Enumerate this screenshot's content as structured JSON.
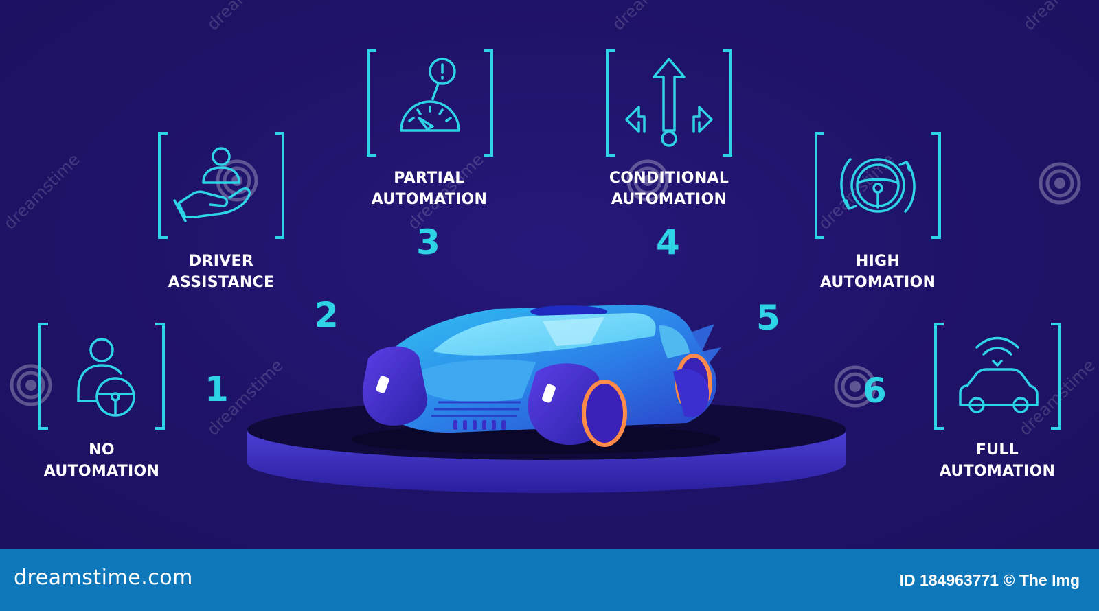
{
  "colors": {
    "background": "#1e1266",
    "accent_cyan": "#2fd3e6",
    "label_white": "#ffffff",
    "footer_blue": "#0f78bb"
  },
  "levels": [
    {
      "number": "1",
      "line1": "NO",
      "line2": "AUTOMATION",
      "icon": "person-steering-wheel-icon"
    },
    {
      "number": "2",
      "line1": "DRIVER",
      "line2": "ASSISTANCE",
      "icon": "hand-holding-person-icon"
    },
    {
      "number": "3",
      "line1": "PARTIAL",
      "line2": "AUTOMATION",
      "icon": "speedometer-alert-icon"
    },
    {
      "number": "4",
      "line1": "CONDITIONAL",
      "line2": "AUTOMATION",
      "icon": "directional-arrows-icon"
    },
    {
      "number": "5",
      "line1": "HIGH",
      "line2": "AUTOMATION",
      "icon": "rotating-steering-wheel-icon"
    },
    {
      "number": "6",
      "line1": "FULL",
      "line2": "AUTOMATION",
      "icon": "connected-car-icon"
    }
  ],
  "watermark": {
    "text": "dreamstime"
  },
  "footer": {
    "brand": "dreamstime.com",
    "id_text": "ID 184963771 © The Img"
  }
}
